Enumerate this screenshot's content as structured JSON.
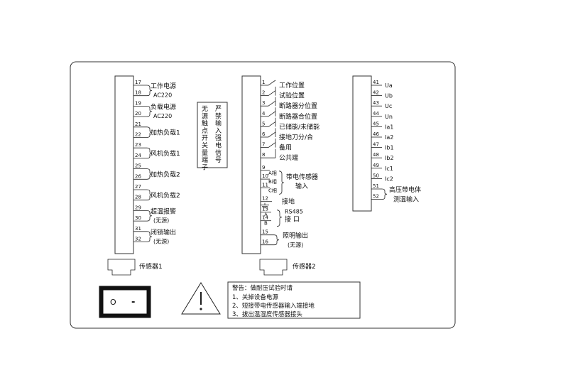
{
  "left_terminals": [
    {
      "n": "17"
    },
    {
      "n": "18"
    },
    {
      "n": "19"
    },
    {
      "n": "20"
    },
    {
      "n": "21"
    },
    {
      "n": "22"
    },
    {
      "n": "23"
    },
    {
      "n": "24"
    },
    {
      "n": "25"
    },
    {
      "n": "26"
    },
    {
      "n": "27"
    },
    {
      "n": "28"
    },
    {
      "n": "29"
    },
    {
      "n": "30"
    },
    {
      "n": "31"
    },
    {
      "n": "32"
    }
  ],
  "left_labels": [
    {
      "main": "工作电源",
      "sub": "AC220"
    },
    {
      "main": "负载电源",
      "sub": "AC220"
    },
    {
      "main": "加热负载1",
      "sub": ""
    },
    {
      "main": "风机负载1",
      "sub": ""
    },
    {
      "main": "加热负载2",
      "sub": ""
    },
    {
      "main": "风机负载2",
      "sub": ""
    },
    {
      "main": "超温报警",
      "sub": "(无源)"
    },
    {
      "main": "闭锁输出",
      "sub": "(无源)"
    }
  ],
  "vertical_note": {
    "col1": "无源触点开关量端子",
    "col2": "严禁输入强电信号"
  },
  "mid_terminals": [
    {
      "n": "1",
      "label": "工作位置"
    },
    {
      "n": "2",
      "label": "试验位置"
    },
    {
      "n": "3",
      "label": "断路器分位置"
    },
    {
      "n": "4",
      "label": "断路器合位置"
    },
    {
      "n": "5",
      "label": "已储能/未储能"
    },
    {
      "n": "6",
      "label": "接地刀分/合"
    },
    {
      "n": "7",
      "label": "备用"
    },
    {
      "n": "8",
      "label": "公共端"
    }
  ],
  "mid_sensor": {
    "terminals": [
      {
        "n": "9",
        "phase": "A相"
      },
      {
        "n": "10",
        "phase": "B相"
      },
      {
        "n": "11",
        "phase": "C相"
      }
    ],
    "label_line1": "带电传感器",
    "label_line2": "输入"
  },
  "mid_ground": {
    "n": "12",
    "label": "接地"
  },
  "mid_rs485": {
    "terminals": [
      {
        "n": "13",
        "pin": "A"
      },
      {
        "n": "14",
        "pin": "B"
      }
    ],
    "label_line1": "RS485",
    "label_line2": "接  口"
  },
  "mid_light": {
    "terminals": [
      {
        "n": "15"
      },
      {
        "n": "16"
      }
    ],
    "label_line1": "照明输出",
    "label_line2": "(无源)"
  },
  "right_terminals": [
    {
      "n": "41",
      "label": "Ua"
    },
    {
      "n": "42",
      "label": "Ub"
    },
    {
      "n": "43",
      "label": "Uc"
    },
    {
      "n": "44",
      "label": "Un"
    },
    {
      "n": "45",
      "label": "Ia1"
    },
    {
      "n": "46",
      "label": "Ia2"
    },
    {
      "n": "47",
      "label": "Ib1"
    },
    {
      "n": "48",
      "label": "Ib2"
    },
    {
      "n": "49",
      "label": "Ic1"
    },
    {
      "n": "50",
      "label": "Ic2"
    },
    {
      "n": "51",
      "label": ""
    },
    {
      "n": "52",
      "label": ""
    }
  ],
  "right_group_label": {
    "line1": "高压带电体",
    "line2": "测温输入"
  },
  "sensor1": "传感器1",
  "sensor2": "传感器2",
  "switch": {
    "off": "O",
    "on": "-"
  },
  "warning": {
    "title": "警告：做耐压试验时请",
    "items": [
      "1、关掉设备电源",
      "2、短接带电传感器输入端接地",
      "3、拔出温湿度传感器接头"
    ]
  },
  "colors": {
    "line": "#222222",
    "background": "#ffffff",
    "switch_body": "#111111"
  }
}
